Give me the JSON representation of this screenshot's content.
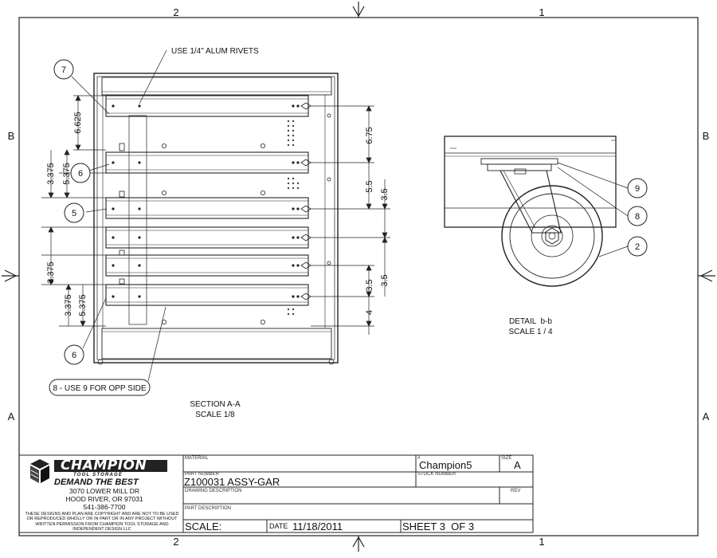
{
  "border": {
    "zones_top": [
      "2",
      "1"
    ],
    "zones_bottom": [
      "2",
      "1"
    ],
    "zones_left": [
      "B",
      "A"
    ],
    "zones_right": [
      "B",
      "A"
    ]
  },
  "section_view": {
    "title": "SECTION A-A",
    "scale": "SCALE 1/8",
    "rivet_note": "USE 1/4\" ALUM RIVETS",
    "opp_side_note": "8 - USE 9 FOR OPP SIDE",
    "balloons": [
      "7",
      "6",
      "5",
      "6"
    ],
    "dims_left": [
      "6.625",
      "3.375",
      "5.375",
      "3.375",
      "3.375",
      "5.375"
    ],
    "dims_right": [
      "6.75",
      "5.5",
      "3.5",
      "3.5",
      "4",
      "3.5"
    ]
  },
  "detail_view": {
    "title": "DETAIL  b-b",
    "scale": "SCALE 1 / 4",
    "balloons": [
      "9",
      "8",
      "2"
    ]
  },
  "title_block": {
    "company_name": "CHAMPION",
    "company_sub": "TOOL STORAGE",
    "slogan": "DEMAND THE BEST",
    "address_line1": "3070 LOWER MILL DR",
    "address_line2": "HOOD RIVER, OR 97031",
    "phone": "541-386-7700",
    "legal": "THESE DESIGNS AND PLAN ARE COPYRIGHT AND ARE NOT TO BE USED OR REPRODUCED WHOLLY OR IN PART OR IN ANY PROJECT WITHOUT WRITTEN PERMISSION FROM CHAMPION TOOL STORAGE AND INDEPENDENT DESIGN LLC",
    "material_label": "MATERIAL",
    "material_value": "",
    "customer_label": "#",
    "customer_value": "Champion5",
    "size_label": "SIZE",
    "size_value": "A",
    "part_number_label": "PART NUMBER",
    "part_number_value": "Z100031 ASSY-GAR",
    "stock_number_label": "STOCK NUMBER",
    "drawing_desc_label": "DRAWING DESCRIPTION",
    "rev_label": "REV",
    "part_desc_label": "PART DESCRIPTION",
    "scale_label": "SCALE:",
    "date_label": "DATE",
    "date_value": "11/18/2011",
    "sheet_value": "SHEET 3  OF 3"
  }
}
